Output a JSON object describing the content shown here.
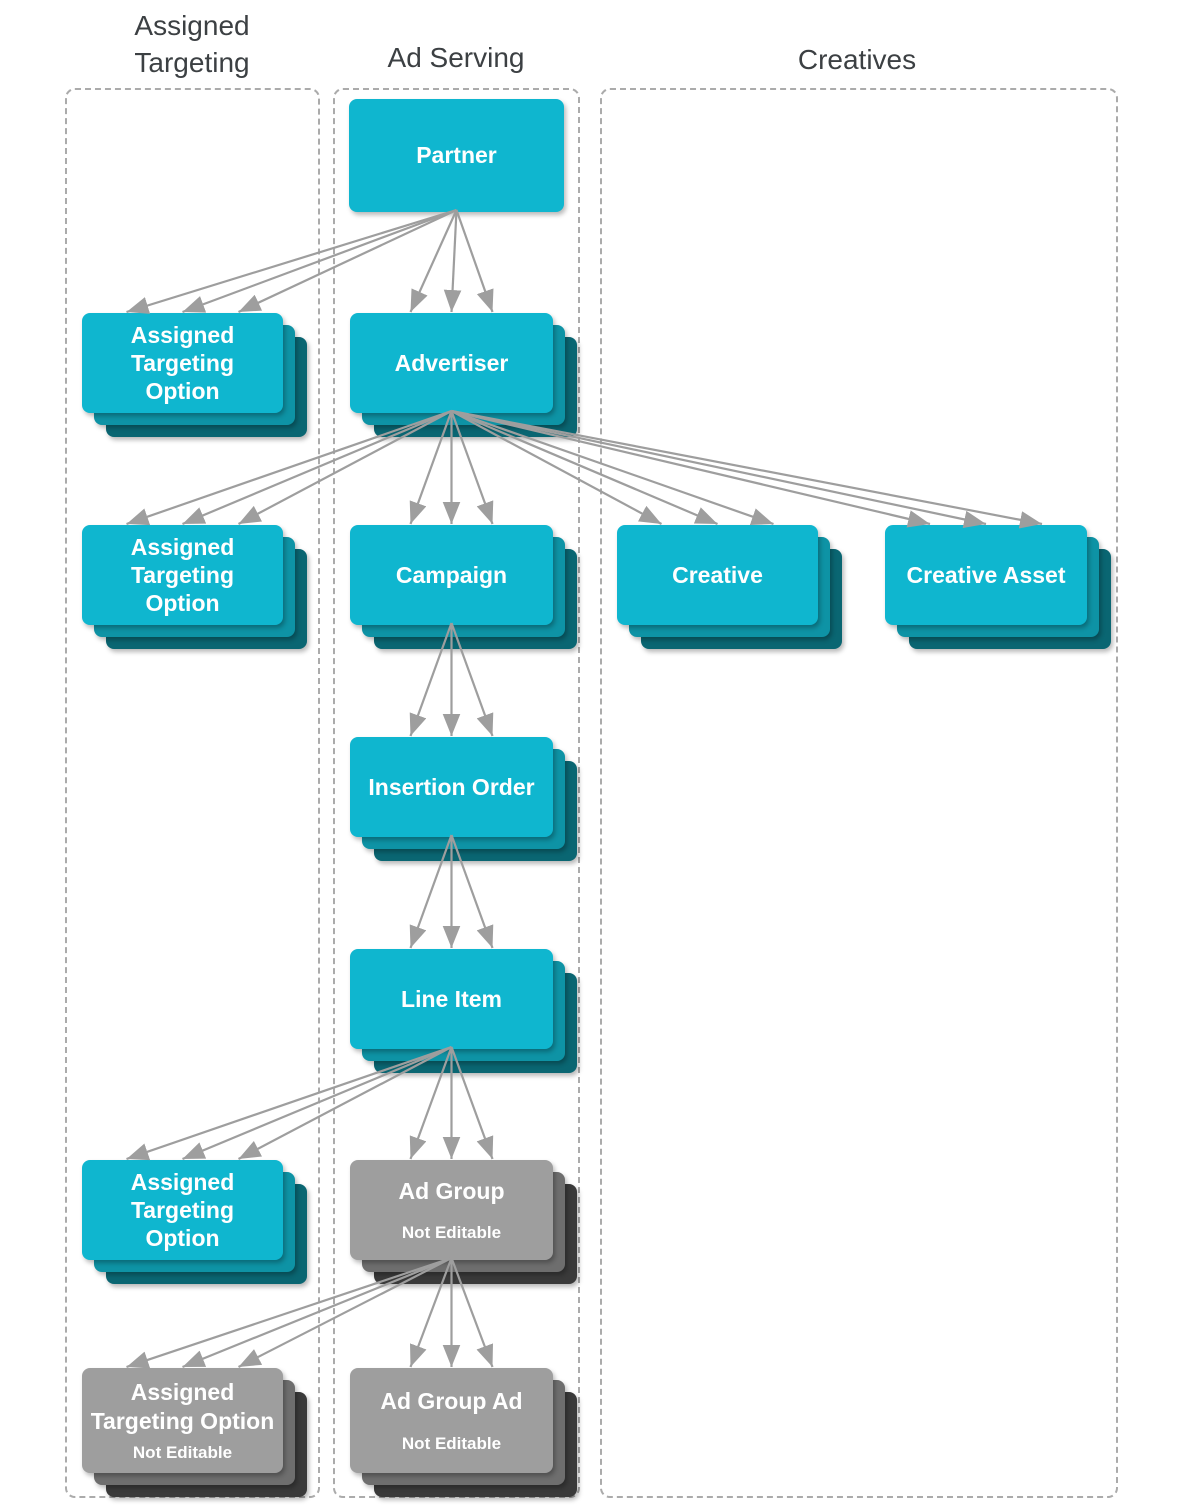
{
  "diagram": {
    "title_columns": [
      {
        "id": "assigned-targeting",
        "label": "Assigned\nTargeting"
      },
      {
        "id": "ad-serving",
        "label": "Ad Serving"
      },
      {
        "id": "creatives",
        "label": "Creatives"
      }
    ],
    "nodes": [
      {
        "id": "partner",
        "label": "Partner",
        "column": "ad-serving",
        "editable": true,
        "stacked": false
      },
      {
        "id": "ato_partner",
        "label": "Assigned\nTargeting\nOption",
        "column": "assigned-targeting",
        "editable": true,
        "stacked": true
      },
      {
        "id": "advertiser",
        "label": "Advertiser",
        "column": "ad-serving",
        "editable": true,
        "stacked": true
      },
      {
        "id": "ato_advertiser",
        "label": "Assigned\nTargeting\nOption",
        "column": "assigned-targeting",
        "editable": true,
        "stacked": true
      },
      {
        "id": "campaign",
        "label": "Campaign",
        "column": "ad-serving",
        "editable": true,
        "stacked": true
      },
      {
        "id": "creative",
        "label": "Creative",
        "column": "creatives",
        "editable": true,
        "stacked": true
      },
      {
        "id": "creative_asset",
        "label": "Creative Asset",
        "column": "creatives",
        "editable": true,
        "stacked": true
      },
      {
        "id": "insertion_order",
        "label": "Insertion Order",
        "column": "ad-serving",
        "editable": true,
        "stacked": true
      },
      {
        "id": "line_item",
        "label": "Line Item",
        "column": "ad-serving",
        "editable": true,
        "stacked": true
      },
      {
        "id": "ato_line_item",
        "label": "Assigned\nTargeting\nOption",
        "column": "assigned-targeting",
        "editable": true,
        "stacked": true
      },
      {
        "id": "ad_group",
        "label": "Ad Group",
        "sublabel": "Not Editable",
        "column": "ad-serving",
        "editable": false,
        "stacked": true
      },
      {
        "id": "ato_ad_group",
        "label": "Assigned\nTargeting Option",
        "sublabel": "Not Editable",
        "column": "assigned-targeting",
        "editable": false,
        "stacked": true
      },
      {
        "id": "ad_group_ad",
        "label": "Ad Group Ad",
        "sublabel": "Not Editable",
        "column": "ad-serving",
        "editable": false,
        "stacked": true
      }
    ],
    "edges": [
      {
        "from": "partner",
        "to": "ato_partner"
      },
      {
        "from": "partner",
        "to": "advertiser"
      },
      {
        "from": "advertiser",
        "to": "ato_advertiser"
      },
      {
        "from": "advertiser",
        "to": "campaign"
      },
      {
        "from": "advertiser",
        "to": "creative"
      },
      {
        "from": "advertiser",
        "to": "creative_asset"
      },
      {
        "from": "campaign",
        "to": "insertion_order"
      },
      {
        "from": "insertion_order",
        "to": "line_item"
      },
      {
        "from": "line_item",
        "to": "ato_line_item"
      },
      {
        "from": "line_item",
        "to": "ad_group"
      },
      {
        "from": "ad_group",
        "to": "ato_ad_group"
      },
      {
        "from": "ad_group",
        "to": "ad_group_ad"
      }
    ],
    "colors": {
      "editable_front": "#0FB6CF",
      "editable_mid": "#0E93A5",
      "editable_back": "#0A6672",
      "not_editable_front": "#9E9E9E",
      "not_editable_mid": "#6E6E6E",
      "not_editable_back": "#3A3A3A",
      "arrow": "#9E9E9E",
      "column_border": "#ABABAB",
      "header_text": "#3C4043"
    }
  }
}
